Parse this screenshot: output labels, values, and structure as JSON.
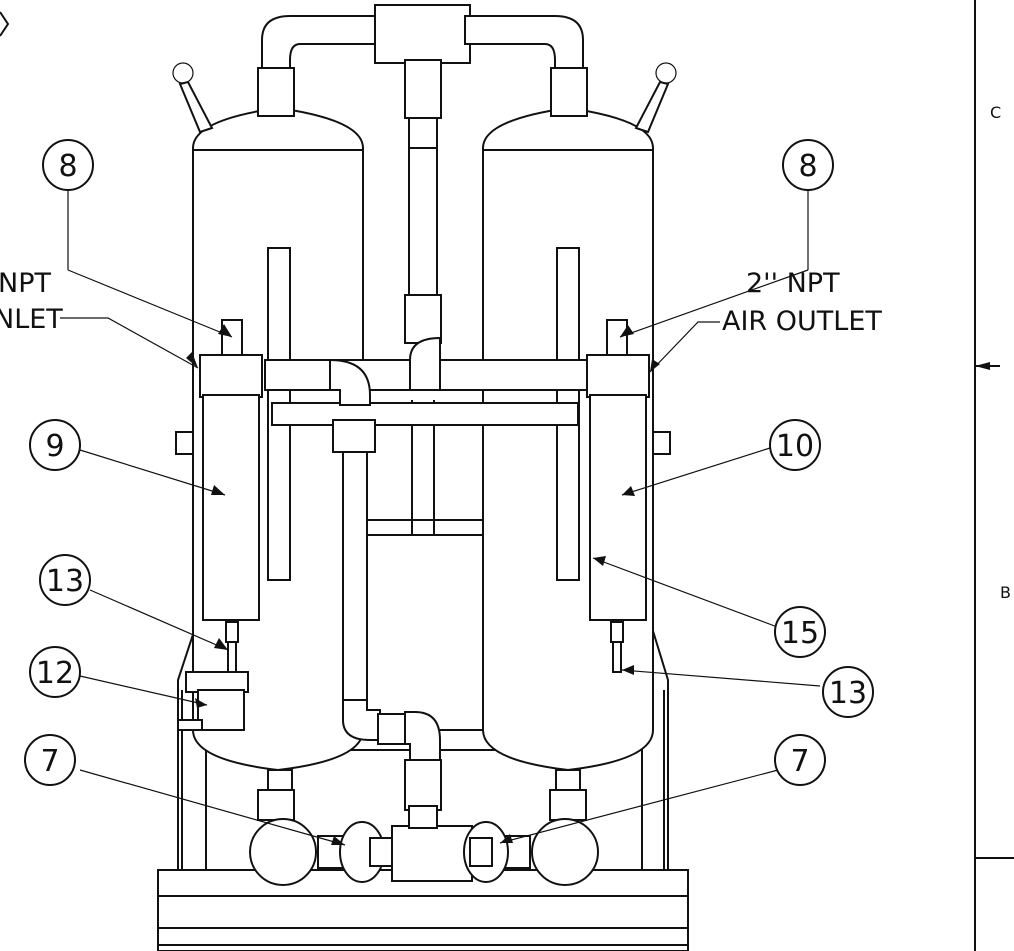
{
  "balloons": [
    {
      "id": "b8-left",
      "label": "8"
    },
    {
      "id": "b8-right",
      "label": "8"
    },
    {
      "id": "b9",
      "label": "9"
    },
    {
      "id": "b10",
      "label": "10"
    },
    {
      "id": "b13-left",
      "label": "13"
    },
    {
      "id": "b15",
      "label": "15"
    },
    {
      "id": "b12",
      "label": "12"
    },
    {
      "id": "b13-right",
      "label": "13"
    },
    {
      "id": "b7-left",
      "label": "7"
    },
    {
      "id": "b7-right",
      "label": "7"
    }
  ],
  "callouts": {
    "inlet_line1": "NPT",
    "inlet_line2": "NLET",
    "outlet_line1": "2'' NPT",
    "outlet_line2": "AIR OUTLET"
  },
  "zones": {
    "c": "C",
    "b": "B"
  }
}
